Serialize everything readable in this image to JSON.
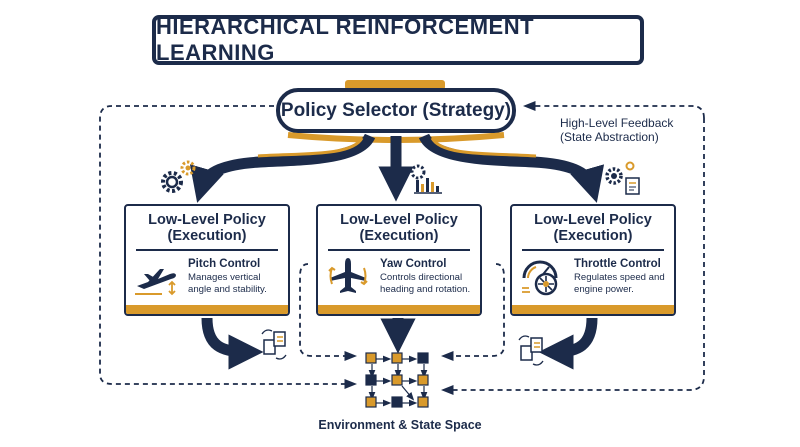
{
  "title": "HIERARCHICAL REINFORCEMENT LEARNING",
  "policy_selector": {
    "label": "Policy Selector (Strategy)"
  },
  "feedback": {
    "line1": "High-Level Feedback",
    "line2": "(State Abstraction)"
  },
  "policies": [
    {
      "title_line1": "Low-Level Policy",
      "title_line2": "(Execution)",
      "name": "Pitch Control",
      "desc_line1": "Manages vertical",
      "desc_line2": "angle and stability.",
      "icon": "airplane-takeoff-icon"
    },
    {
      "title_line1": "Low-Level Policy",
      "title_line2": "(Execution)",
      "name": "Yaw Control",
      "desc_line1": "Controls directional",
      "desc_line2": "heading and rotation.",
      "icon": "airplane-yaw-icon"
    },
    {
      "title_line1": "Low-Level Policy",
      "title_line2": "(Execution)",
      "name": "Throttle Control",
      "desc_line1": "Regulates speed and",
      "desc_line2": "engine power.",
      "icon": "engine-gauge-icon"
    }
  ],
  "environment": {
    "label": "Environment & State Space",
    "icon": "state-grid-icon"
  },
  "colors": {
    "navy": "#1c2b4a",
    "gold": "#d99a2b",
    "white": "#ffffff"
  }
}
